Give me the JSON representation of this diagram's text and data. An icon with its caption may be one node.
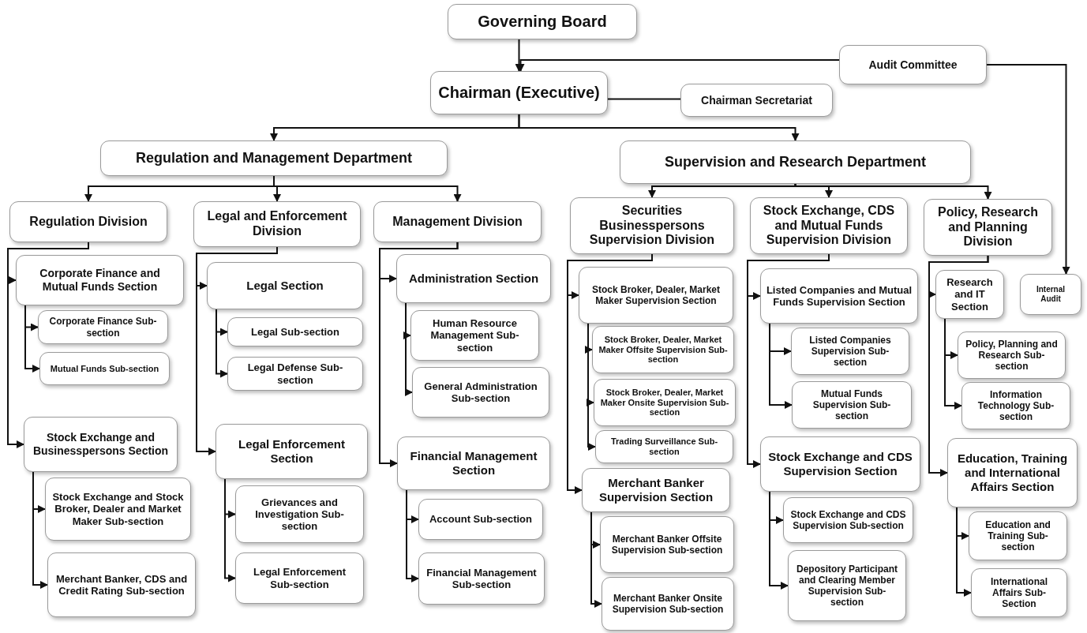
{
  "diagram": {
    "nodes": [
      {
        "text": [
          "Governing Board"
        ]
      },
      {
        "text": [
          "Audit Committee"
        ]
      },
      {
        "text": [
          "Chairman (Executive)"
        ]
      },
      {
        "text": [
          "Chairman Secretariat"
        ]
      },
      {
        "text": [
          "Regulation and Management Department"
        ]
      },
      {
        "text": [
          "Supervision and Research Department"
        ]
      },
      {
        "text": [
          "Regulation Division"
        ]
      },
      {
        "text": [
          "Legal and Enforcement Division"
        ]
      },
      {
        "text": [
          "Management Division"
        ]
      },
      {
        "text": [
          "Securities Businesspersons Supervision Division"
        ]
      },
      {
        "text": [
          "Stock Exchange, CDS and Mutual Funds Supervision Division"
        ]
      },
      {
        "text": [
          "Policy, Research and Planning Division"
        ]
      },
      {
        "text": [
          "Corporate Finance and Mutual Funds Section"
        ]
      },
      {
        "text": [
          "Corporate Finance Sub-section"
        ]
      },
      {
        "text": [
          "Mutual Funds Sub-section"
        ]
      },
      {
        "text": [
          "Stock Exchange and Businesspersons Section"
        ]
      },
      {
        "text": [
          "Stock Exchange and Stock Broker, Dealer and Market Maker Sub-section"
        ]
      },
      {
        "text": [
          "Merchant Banker, CDS and Credit Rating Sub-section"
        ]
      },
      {
        "text": [
          "Legal Section"
        ]
      },
      {
        "text": [
          "Legal Sub-section"
        ]
      },
      {
        "text": [
          "Legal Defense Sub-section"
        ]
      },
      {
        "text": [
          "Legal Enforcement Section"
        ]
      },
      {
        "text": [
          "Grievances and Investigation Sub-section"
        ]
      },
      {
        "text": [
          "Legal Enforcement Sub-section"
        ]
      },
      {
        "text": [
          "Administration Section"
        ]
      },
      {
        "text": [
          "Human Resource Management Sub-section"
        ]
      },
      {
        "text": [
          "General Administration Sub-section"
        ]
      },
      {
        "text": [
          "Financial Management Section"
        ]
      },
      {
        "text": [
          "Account Sub-section"
        ]
      },
      {
        "text": [
          "Financial Management Sub-section"
        ]
      },
      {
        "text": [
          "Stock Broker, Dealer, Market Maker Supervision Section"
        ]
      },
      {
        "text": [
          "Stock Broker, Dealer, Market Maker Offsite Supervision Sub-section"
        ]
      },
      {
        "text": [
          "Stock Broker, Dealer, Market Maker Onsite Supervision Sub-section"
        ]
      },
      {
        "text": [
          "Trading Surveillance Sub-section"
        ]
      },
      {
        "text": [
          "Merchant Banker Supervision Section"
        ]
      },
      {
        "text": [
          "Merchant Banker Offsite Supervision Sub-section"
        ]
      },
      {
        "text": [
          "Merchant Banker Onsite Supervision Sub-section"
        ]
      },
      {
        "text": [
          "Listed Companies and Mutual Funds Supervision Section"
        ]
      },
      {
        "text": [
          "Listed Companies Supervision Sub-section"
        ]
      },
      {
        "text": [
          "Mutual Funds Supervision Sub-section"
        ]
      },
      {
        "text": [
          "Stock Exchange and CDS Supervision Section"
        ]
      },
      {
        "text": [
          "Stock Exchange and CDS Supervision Sub-section"
        ]
      },
      {
        "text": [
          "Depository Participant and Clearing Member Supervision Sub-section"
        ]
      },
      {
        "text": [
          "Research and IT Section"
        ]
      },
      {
        "text": [
          "Internal Audit"
        ]
      },
      {
        "text": [
          "Policy, Planning and Research Sub-section"
        ]
      },
      {
        "text": [
          "Information Technology Sub-section"
        ]
      },
      {
        "text": [
          "Education, Training and International Affairs Section"
        ]
      },
      {
        "text": [
          "Education and Training Sub-section"
        ]
      },
      {
        "text": [
          "International Affairs Sub-Section"
        ]
      }
    ],
    "edges": [
      {
        "from": 0,
        "to": 2,
        "arrow": "to"
      },
      {
        "from": 1,
        "to": 2,
        "arrow": "to"
      },
      {
        "from": 1,
        "to": 44,
        "arrow": "to"
      },
      {
        "from": 2,
        "to": 3,
        "arrow": "none"
      },
      {
        "from": 2,
        "to": 4,
        "arrow": "to"
      },
      {
        "from": 2,
        "to": 5,
        "arrow": "to"
      },
      {
        "from": 4,
        "to": 6,
        "arrow": "to"
      },
      {
        "from": 4,
        "to": 7,
        "arrow": "to"
      },
      {
        "from": 4,
        "to": 8,
        "arrow": "to"
      },
      {
        "from": 5,
        "to": 9,
        "arrow": "to"
      },
      {
        "from": 5,
        "to": 10,
        "arrow": "to"
      },
      {
        "from": 5,
        "to": 11,
        "arrow": "to"
      },
      {
        "from": 6,
        "to": 12,
        "arrow": "to"
      },
      {
        "from": 6,
        "to": 15,
        "arrow": "to"
      },
      {
        "from": 12,
        "to": 13,
        "arrow": "to"
      },
      {
        "from": 12,
        "to": 14,
        "arrow": "to"
      },
      {
        "from": 15,
        "to": 16,
        "arrow": "to"
      },
      {
        "from": 15,
        "to": 17,
        "arrow": "to"
      },
      {
        "from": 7,
        "to": 18,
        "arrow": "to"
      },
      {
        "from": 7,
        "to": 21,
        "arrow": "to"
      },
      {
        "from": 18,
        "to": 19,
        "arrow": "to"
      },
      {
        "from": 18,
        "to": 20,
        "arrow": "to"
      },
      {
        "from": 21,
        "to": 22,
        "arrow": "to"
      },
      {
        "from": 21,
        "to": 23,
        "arrow": "to"
      },
      {
        "from": 8,
        "to": 24,
        "arrow": "to"
      },
      {
        "from": 8,
        "to": 27,
        "arrow": "to"
      },
      {
        "from": 24,
        "to": 25,
        "arrow": "to"
      },
      {
        "from": 24,
        "to": 26,
        "arrow": "to"
      },
      {
        "from": 27,
        "to": 28,
        "arrow": "to"
      },
      {
        "from": 27,
        "to": 29,
        "arrow": "to"
      },
      {
        "from": 9,
        "to": 30,
        "arrow": "to"
      },
      {
        "from": 9,
        "to": 34,
        "arrow": "to"
      },
      {
        "from": 30,
        "to": 31,
        "arrow": "to"
      },
      {
        "from": 30,
        "to": 32,
        "arrow": "to"
      },
      {
        "from": 30,
        "to": 33,
        "arrow": "to"
      },
      {
        "from": 34,
        "to": 35,
        "arrow": "to"
      },
      {
        "from": 34,
        "to": 36,
        "arrow": "to"
      },
      {
        "from": 10,
        "to": 37,
        "arrow": "to"
      },
      {
        "from": 10,
        "to": 40,
        "arrow": "to"
      },
      {
        "from": 37,
        "to": 38,
        "arrow": "to"
      },
      {
        "from": 37,
        "to": 39,
        "arrow": "to"
      },
      {
        "from": 40,
        "to": 41,
        "arrow": "to"
      },
      {
        "from": 40,
        "to": 42,
        "arrow": "to"
      },
      {
        "from": 11,
        "to": 43,
        "arrow": "to"
      },
      {
        "from": 11,
        "to": 47,
        "arrow": "to"
      },
      {
        "from": 43,
        "to": 45,
        "arrow": "to"
      },
      {
        "from": 43,
        "to": 46,
        "arrow": "to"
      },
      {
        "from": 47,
        "to": 48,
        "arrow": "to"
      },
      {
        "from": 47,
        "to": 49,
        "arrow": "to"
      }
    ]
  }
}
